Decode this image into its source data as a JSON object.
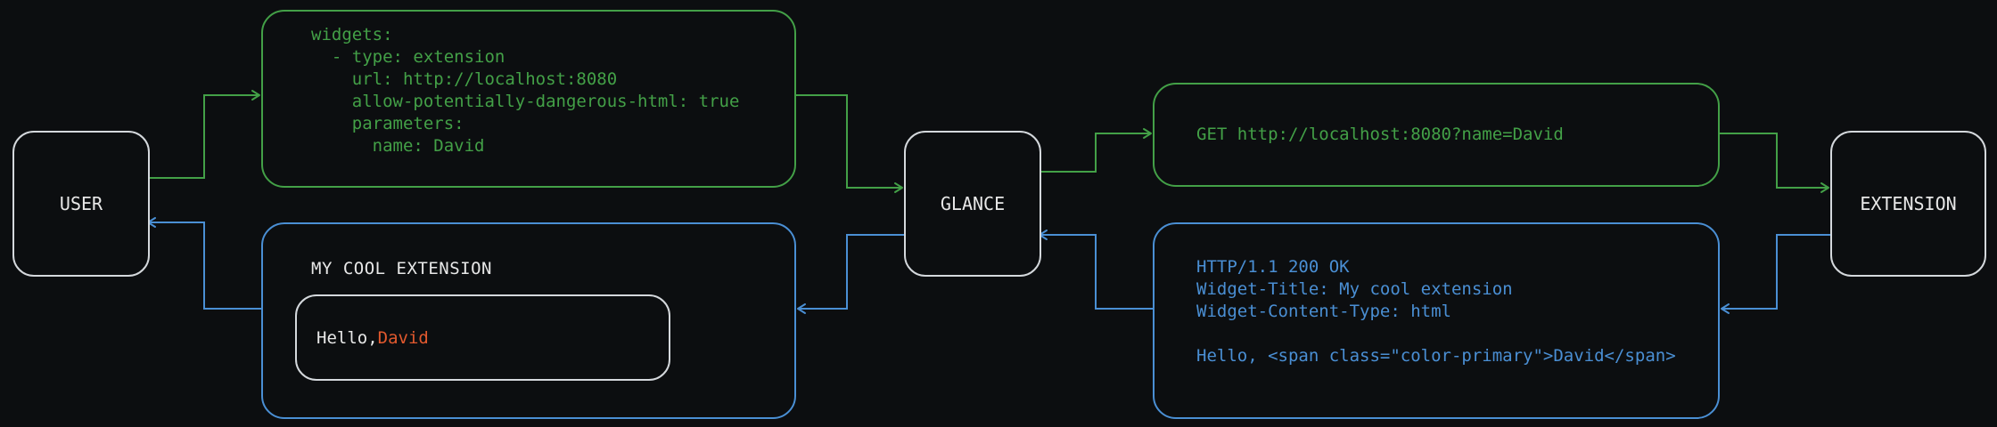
{
  "colors": {
    "bg": "#0c0e10",
    "green": "#43a047",
    "blue": "#4a8fd4",
    "orange": "#e2592e",
    "text": "#e8e8e8",
    "node-border": "#d4d8dc"
  },
  "nodes": {
    "user": "USER",
    "glance": "GLANCE",
    "extension": "EXTENSION"
  },
  "config": {
    "yaml": "widgets:\n  - type: extension\n    url: http://localhost:8080\n    allow-potentially-dangerous-html: true\n    parameters:\n      name: David"
  },
  "request": {
    "text": "GET http://localhost:8080?name=David"
  },
  "response": {
    "text": "HTTP/1.1 200 OK\nWidget-Title: My cool extension\nWidget-Content-Type: html\n\nHello, <span class=\"color-primary\">David</span>"
  },
  "widget": {
    "title": "MY COOL EXTENSION",
    "greeting": "Hello, ",
    "name": "David"
  }
}
